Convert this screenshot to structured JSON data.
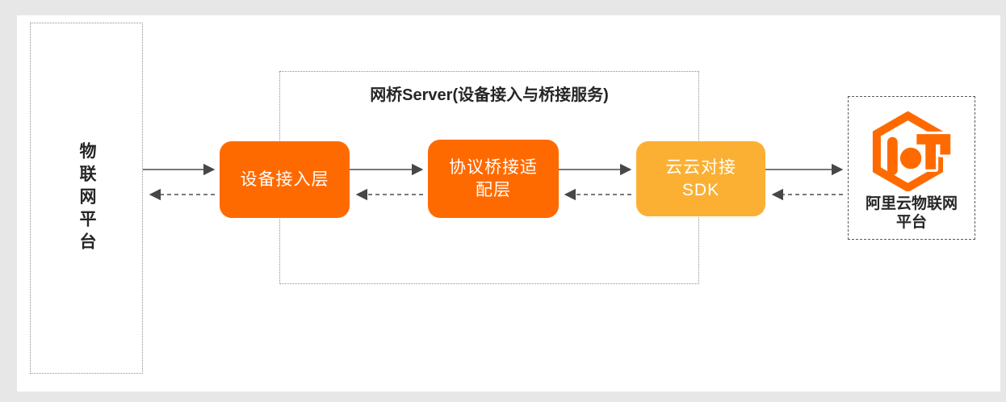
{
  "diagram": {
    "background": "#e7e7e7",
    "card_background": "#ffffff"
  },
  "colors": {
    "orange": "#FF6A00",
    "amber": "#FBB034",
    "arrow": "#4f4f4f",
    "text_dark": "#262626",
    "dotted_border": "#8f8f8f",
    "dashed_border": "#595959"
  },
  "left_platform": {
    "label": "物联网平台"
  },
  "bridge_server": {
    "title": "网桥Server(设备接入与桥接服务)"
  },
  "nodes": [
    {
      "id": "device-access-layer",
      "lines": [
        "设备接入层",
        ""
      ],
      "color": "#FF6A00"
    },
    {
      "id": "protocol-bridge-adapter-layer",
      "lines": [
        "协议桥接适",
        "配层"
      ],
      "color": "#FF6A00"
    },
    {
      "id": "cloud-cloud-sdk",
      "lines": [
        "云云对接",
        "SDK"
      ],
      "color": "#FBB034"
    }
  ],
  "aliyun_platform": {
    "icon": "aliyun-iot-logo-icon",
    "icon_color": "#FF6A00",
    "lines": [
      "阿里云物联网",
      "平台"
    ]
  },
  "edges": {
    "forward_style": "solid",
    "backward_style": "dashed",
    "flow": "物联网平台 → 设备接入层 → 协议桥接适配层 → 云云对接SDK → 阿里云物联网平台"
  }
}
